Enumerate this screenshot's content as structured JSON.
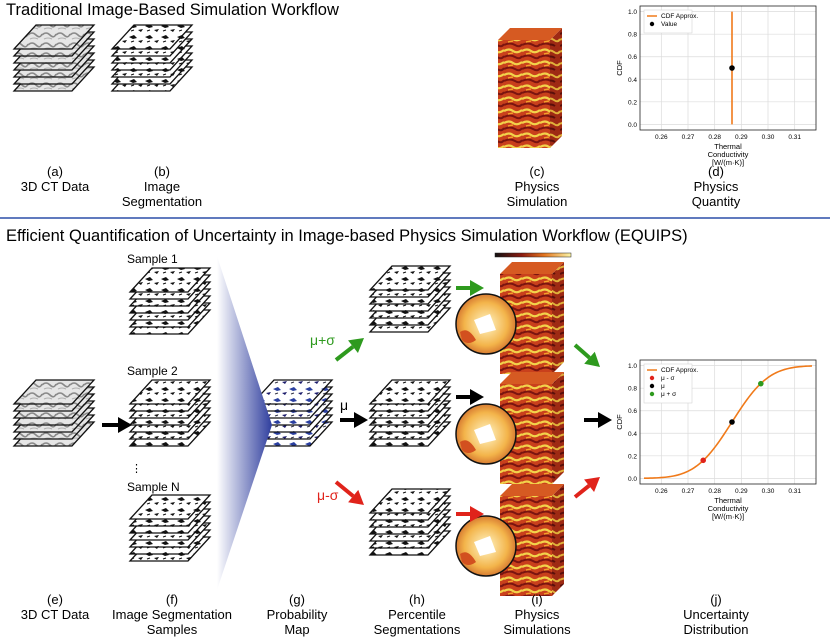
{
  "top_title": "Traditional Image-Based Simulation Workflow",
  "bottom_title": "Efficient Quantification of Uncertainty in Image-based Physics Simulation Workflow (EQUIPS)",
  "top_captions": [
    {
      "letter": "(a)",
      "line1": "3D CT Data",
      "line2": ""
    },
    {
      "letter": "(b)",
      "line1": "Image",
      "line2": "Segmentation"
    },
    {
      "letter": "(c)",
      "line1": "Physics",
      "line2": "Simulation"
    },
    {
      "letter": "(d)",
      "line1": "Physics",
      "line2": "Quantity"
    }
  ],
  "bottom_captions": [
    {
      "letter": "(e)",
      "line1": "3D CT Data",
      "line2": ""
    },
    {
      "letter": "(f)",
      "line1": "Image Segmentation",
      "line2": "Samples"
    },
    {
      "letter": "(g)",
      "line1": "Probability",
      "line2": "Map"
    },
    {
      "letter": "(h)",
      "line1": "Percentile",
      "line2": "Segmentations"
    },
    {
      "letter": "(i)",
      "line1": "Physics",
      "line2": "Simulations"
    },
    {
      "letter": "(j)",
      "line1": "Uncertainty",
      "line2": "Distribution"
    }
  ],
  "samples": {
    "s1": "Sample 1",
    "s2": "Sample 2",
    "ellipsis": "⋮",
    "sn": "Sample N"
  },
  "percentile_labels": {
    "plus": "μ+σ",
    "mean": "μ",
    "minus": "μ-σ"
  },
  "colors": {
    "plus": "#2e9a1e",
    "mean": "#000000",
    "minus": "#e0231b",
    "curve": "#f07a1a",
    "divider": "#2b4fa8",
    "probability": "#3048a8"
  },
  "chart_data": [
    {
      "type": "line",
      "xlabel": "Thermal Conductivity [W/(m·K)]",
      "ylabel": "CDF",
      "xlim": [
        0.252,
        0.318
      ],
      "ylim": [
        -0.05,
        1.05
      ],
      "xticks": [
        "0.26",
        "0.27",
        "0.28",
        "0.29",
        "0.30",
        "0.31"
      ],
      "yticks": [
        "0.0",
        "0.2",
        "0.4",
        "0.6",
        "0.8",
        "1.0"
      ],
      "grid": true,
      "legend_position": "top-left",
      "series": [
        {
          "name": "CDF Approx.",
          "kind": "line",
          "x": [
            0.2865,
            0.2865
          ],
          "y": [
            0.0,
            1.0
          ]
        },
        {
          "name": "Value",
          "kind": "point",
          "x": [
            0.2865
          ],
          "y": [
            0.5
          ]
        }
      ]
    },
    {
      "type": "line",
      "xlabel": "Thermal Conductivity [W/(m·K)]",
      "ylabel": "CDF",
      "xlim": [
        0.252,
        0.318
      ],
      "ylim": [
        -0.05,
        1.05
      ],
      "xticks": [
        "0.26",
        "0.27",
        "0.28",
        "0.29",
        "0.30",
        "0.31"
      ],
      "yticks": [
        "0.0",
        "0.2",
        "0.4",
        "0.6",
        "0.8",
        "1.0"
      ],
      "grid": true,
      "legend_position": "top-left",
      "series": [
        {
          "name": "CDF Approx.",
          "kind": "line",
          "mean": 0.2865,
          "std": 0.0108
        },
        {
          "name": "μ - σ",
          "kind": "point",
          "x": [
            0.2757
          ],
          "y": [
            0.16
          ]
        },
        {
          "name": "μ",
          "kind": "point",
          "x": [
            0.2865
          ],
          "y": [
            0.5
          ]
        },
        {
          "name": "μ + σ",
          "kind": "point",
          "x": [
            0.2973
          ],
          "y": [
            0.84
          ]
        }
      ]
    }
  ]
}
